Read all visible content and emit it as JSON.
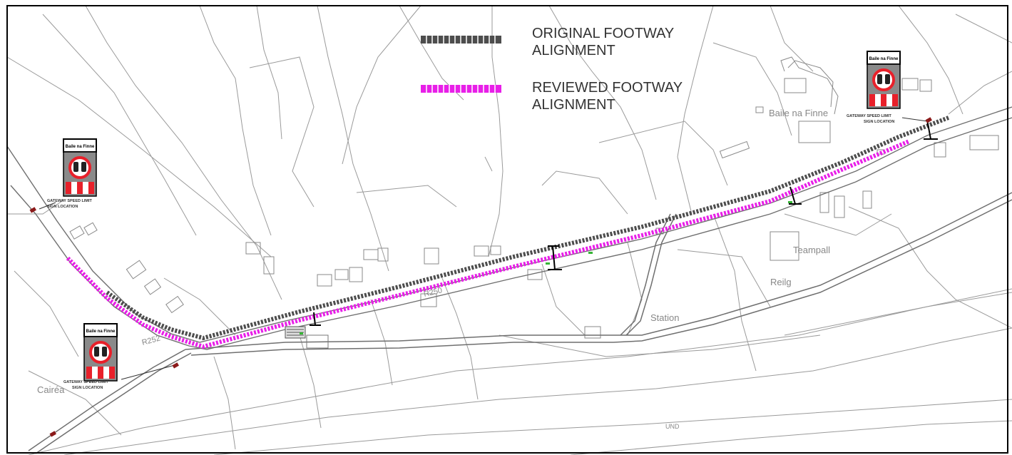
{
  "legend": {
    "original": {
      "label_line1": "ORIGINAL FOOTWAY",
      "label_line2": "ALIGNMENT",
      "color": "#4d4d4d"
    },
    "reviewed": {
      "label_line1": "REVIEWED FOOTWAY",
      "label_line2": "ALIGNMENT",
      "color": "#e81fe8"
    }
  },
  "places": {
    "baile_na_finne": "Baile na Finne",
    "teampall": "Teampall",
    "reilg": "Reilg",
    "station": "Station",
    "cairea": "Cairéa",
    "r250": "R250",
    "r252": "R252",
    "und": "UND"
  },
  "sign": {
    "header": "Baile na Finne",
    "icon": "no-overtaking-speed-sign-icon"
  },
  "callouts": {
    "west": {
      "line1": "GATEWAY SPEED LIMIT",
      "line2": "SIGN LOCATION"
    },
    "south": {
      "line1": "GATEWAY SPEED LIMIT",
      "line2": "SIGN LOCATION"
    },
    "east": {
      "line1": "GATEWAY SPEED LIMIT",
      "line2": "SIGN LOCATION"
    }
  },
  "colors": {
    "frame": "#000000",
    "linework": "#9a9a9a",
    "road": "#6f6f6f",
    "sign_red": "#e8202a",
    "sign_bg": "#8a8a8a"
  }
}
